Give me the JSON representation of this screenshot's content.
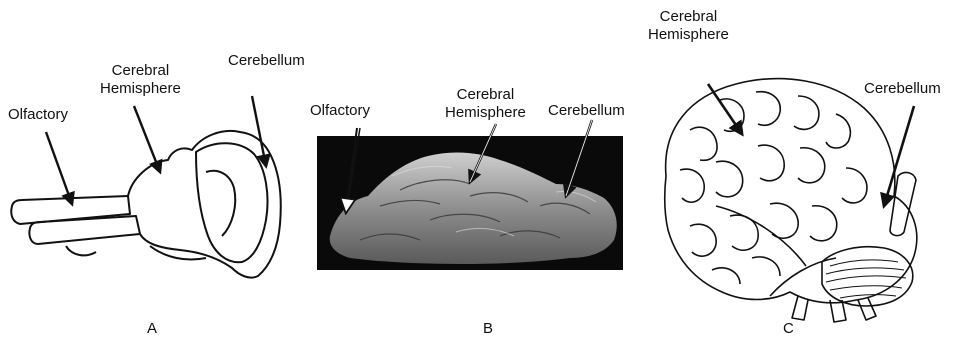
{
  "panels": [
    {
      "letter": "A",
      "labels": {
        "olfactory": "Olfactory",
        "cerebral_line1": "Cerebral",
        "cerebral_line2": "Hemisphere",
        "cerebellum": "Cerebellum"
      }
    },
    {
      "letter": "B",
      "labels": {
        "olfactory": "Olfactory",
        "cerebral_line1": "Cerebral",
        "cerebral_line2": "Hemisphere",
        "cerebellum": "Cerebellum"
      }
    },
    {
      "letter": "C",
      "labels": {
        "cerebral_line1": "Cerebral",
        "cerebral_line2": "Hemisphere",
        "cerebellum": "Cerebellum"
      }
    }
  ],
  "colors": {
    "line": "#111111",
    "mri_background": "#0a0a0a",
    "mri_tissue": "#9a9a9a"
  }
}
